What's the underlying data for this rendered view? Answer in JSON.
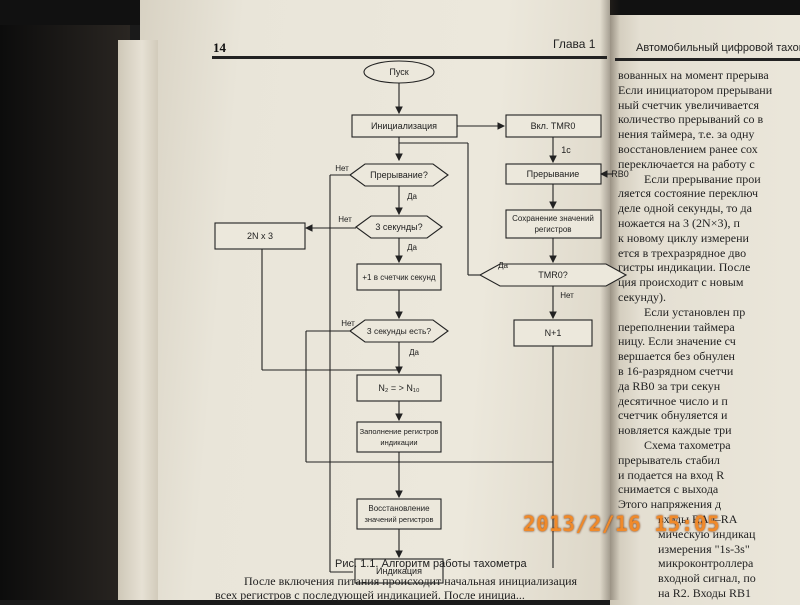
{
  "page": {
    "number": "14",
    "chapter": "Глава 1",
    "right_header": "Автомобильный цифровой тахоме",
    "figure_caption": "Рис. 1.1. Алгоритм работы тахометра",
    "bottom_line1": "После включения питания происходит начальная инициализация",
    "bottom_line2": "всех регистров с последующей индикацией. После инициа..."
  },
  "flowchart": {
    "start": "Пуск",
    "init": "Инициализация",
    "tmr_on": "Вкл. TMR0",
    "one_sec": "1с",
    "rb0": "RB0",
    "interrupt_q": "Прерывание?",
    "interrupt": "Прерывание",
    "save_regs_1": "Сохранение значений",
    "save_regs_2": "регистров",
    "three_sec_q": "3 секунды?",
    "two_n": "2N x 3",
    "inc_counter": "+1 в счетчик секунд",
    "tmr0_q": "TMR0?",
    "three_sec_done_q": "3 секунды есть?",
    "n_plus_1": "N+1",
    "convert": "N₂ = > N₁₀",
    "fill_regs_1": "Заполнение регистров",
    "fill_regs_2": "индикации",
    "restore_1": "Восстановление",
    "restore_2": "значений регистров",
    "display": "Индикация",
    "yes": "Да",
    "no": "Нет"
  },
  "right_text": [
    "вованных на момент прерыва",
    "Если инициатором прерывани",
    "ный счетчик увеличивается",
    "количество прерываний со в",
    "нения таймера, т.е. за одну",
    "восстановлением ранее сох",
    "переключается на работу с",
    "Если прерывание прои",
    "ляется состояние переключ",
    "деле одной секунды, то да",
    "ножается на 3 (2N×3), п",
    "к новому циклу измерени",
    "ется в трехразрядное дво",
    "гистры индикации. После",
    "ция происходит с новым",
    "секунду).",
    "Если установлен пр",
    "переполнении таймера",
    "ницу. Если значение сч",
    "вершается без обнулен",
    "в 16-разрядном счетчи",
    "да RB0 за три секун",
    "десятичное число и п",
    "счетчик обнуляется и",
    "новляется каждые три",
    "Схема тахометра",
    "прерыватель стабил",
    "и подается на вход R",
    "снимается с выхода",
    "Этого напряжения д",
    "входы RA0–RA",
    "мическую индикац",
    "измерения \"1s-3s\"",
    "микроконтроллера",
    "входной сигнал, по",
    "на R2. Входы RB1"
  ],
  "timestamp": "2013/2/16 15:05"
}
